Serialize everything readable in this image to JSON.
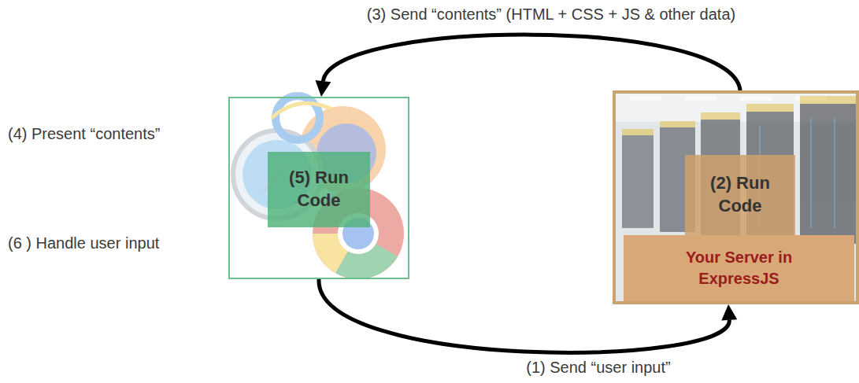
{
  "diagram": {
    "nodes": [
      {
        "text": [
          "(4) Present “contents”",
          "(6 ) Handle user input"
        ]
      },
      {
        "text": [
          "(5) Run Code"
        ],
        "in": 0
      },
      {
        "text": [
          "Your Server in ExpressJS"
        ]
      },
      {
        "text": [
          "(2) Run Code"
        ],
        "in": 2
      }
    ],
    "edges": [
      {
        "from": 2,
        "to": 0,
        "arrow": "to",
        "label": "(3) Send “contents” (HTML + CSS + JS & other data)"
      },
      {
        "from": 0,
        "to": 2,
        "arrow": "to",
        "label": "(1) Send “user input”"
      }
    ]
  }
}
